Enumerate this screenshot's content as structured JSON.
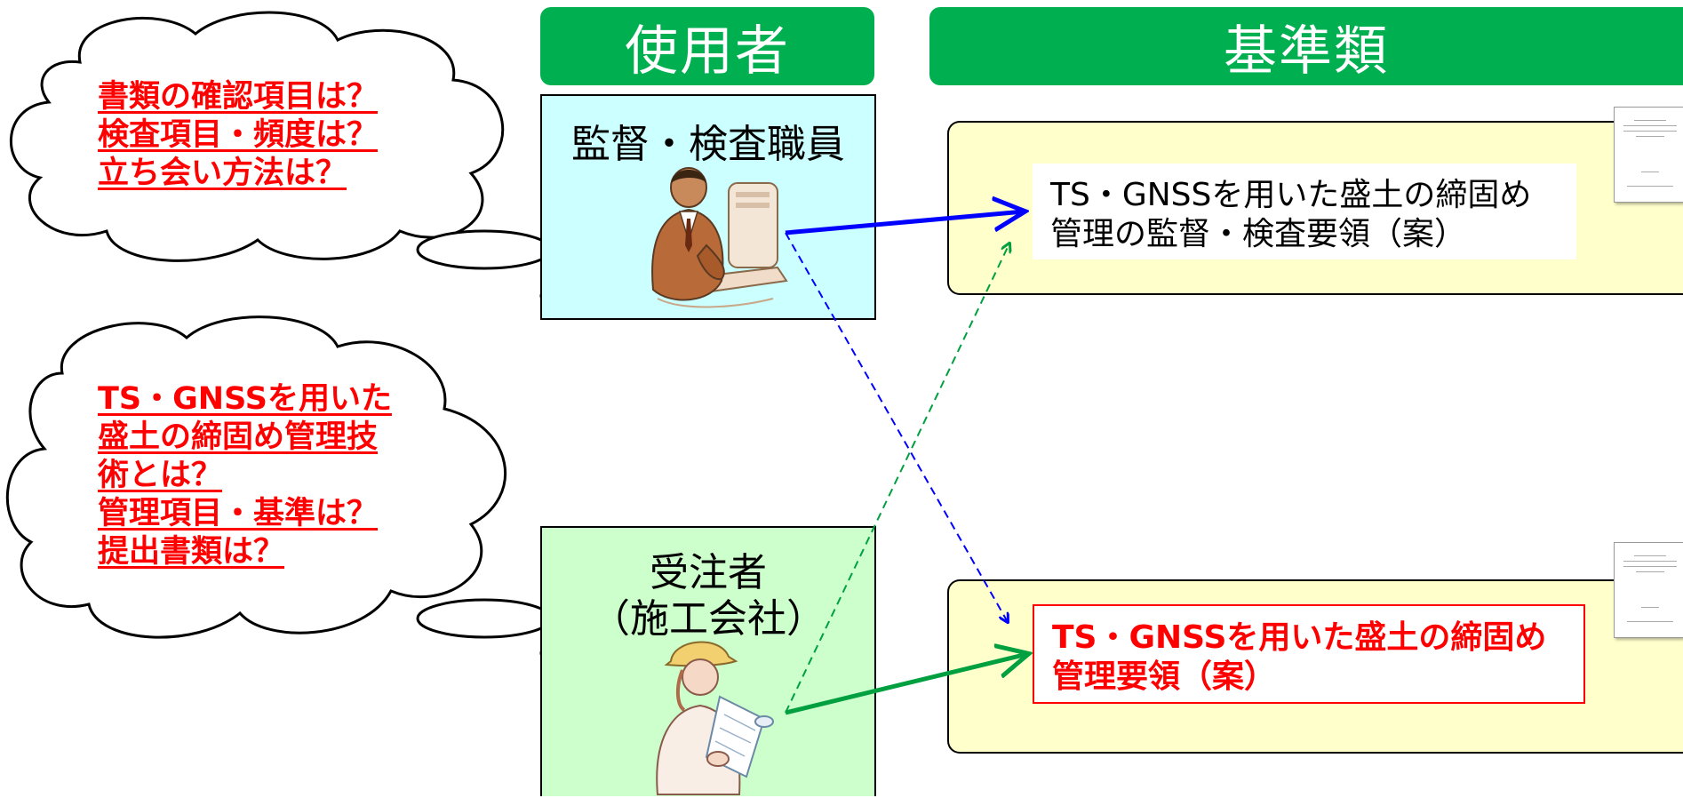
{
  "headers": {
    "users": "使用者",
    "standards": "基準類"
  },
  "users": {
    "inspector": {
      "title": "監督・検査職員"
    },
    "contractor": {
      "title_line1": "受注者",
      "title_line2": "（施工会社）"
    }
  },
  "clouds": {
    "inspector_questions": [
      "書類の確認項目は？",
      "検査項目・頻度は？",
      "立ち会い方法は？"
    ],
    "contractor_questions": [
      "TS・GNSSを用いた",
      "盛土の締固め管理技",
      "術とは？",
      "管理項目・基準は？",
      "提出書類は？"
    ]
  },
  "standards": {
    "inspection_guideline": {
      "line1": "TS・GNSSを用いた盛土の締固め",
      "line2": "管理の監督・検査要領（案）"
    },
    "management_guideline": {
      "line1": "TS・GNSSを用いた盛土の締固め",
      "line2": "管理要領（案）"
    }
  },
  "colors": {
    "header_green": "#00b050",
    "inspector_box": "#ccffff",
    "contractor_box": "#ccffcc",
    "panel_yellow": "#ffffcc",
    "question_red": "#ff0000",
    "arrow_blue": "#0000ff",
    "arrow_green": "#00a040"
  },
  "icons": {
    "inspector": "businessman-at-computer-icon",
    "contractor": "worker-with-blueprints-icon"
  }
}
